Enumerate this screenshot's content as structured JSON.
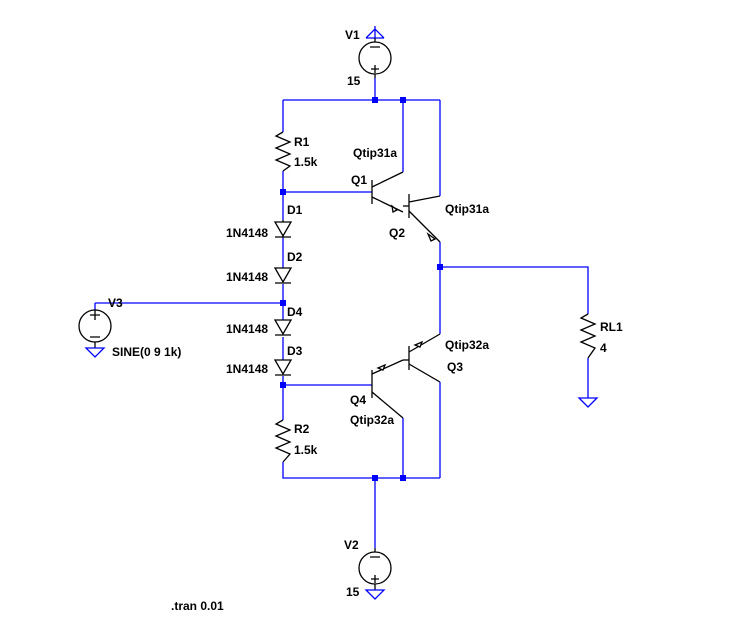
{
  "components": {
    "v1": {
      "name": "V1",
      "value": "15"
    },
    "v2": {
      "name": "V2",
      "value": "15"
    },
    "v3": {
      "name": "V3",
      "value": "SINE(0 9 1k)"
    },
    "r1": {
      "name": "R1",
      "value": "1.5k"
    },
    "r2": {
      "name": "R2",
      "value": "1.5k"
    },
    "rl1": {
      "name": "RL1",
      "value": "4"
    },
    "d1": {
      "name": "D1",
      "value": "1N4148"
    },
    "d2": {
      "name": "D2",
      "value": "1N4148"
    },
    "d4": {
      "name": "D4",
      "value": "1N4148"
    },
    "d3": {
      "name": "D3",
      "value": "1N4148"
    },
    "q1": {
      "name": "Q1",
      "value": "Qtip31a"
    },
    "q2": {
      "name": "Q2",
      "value": "Qtip31a"
    },
    "q3": {
      "name": "Q3",
      "value": "Qtip32a"
    },
    "q4": {
      "name": "Q4",
      "value": "Qtip32a"
    }
  },
  "directive": ".tran 0.01"
}
